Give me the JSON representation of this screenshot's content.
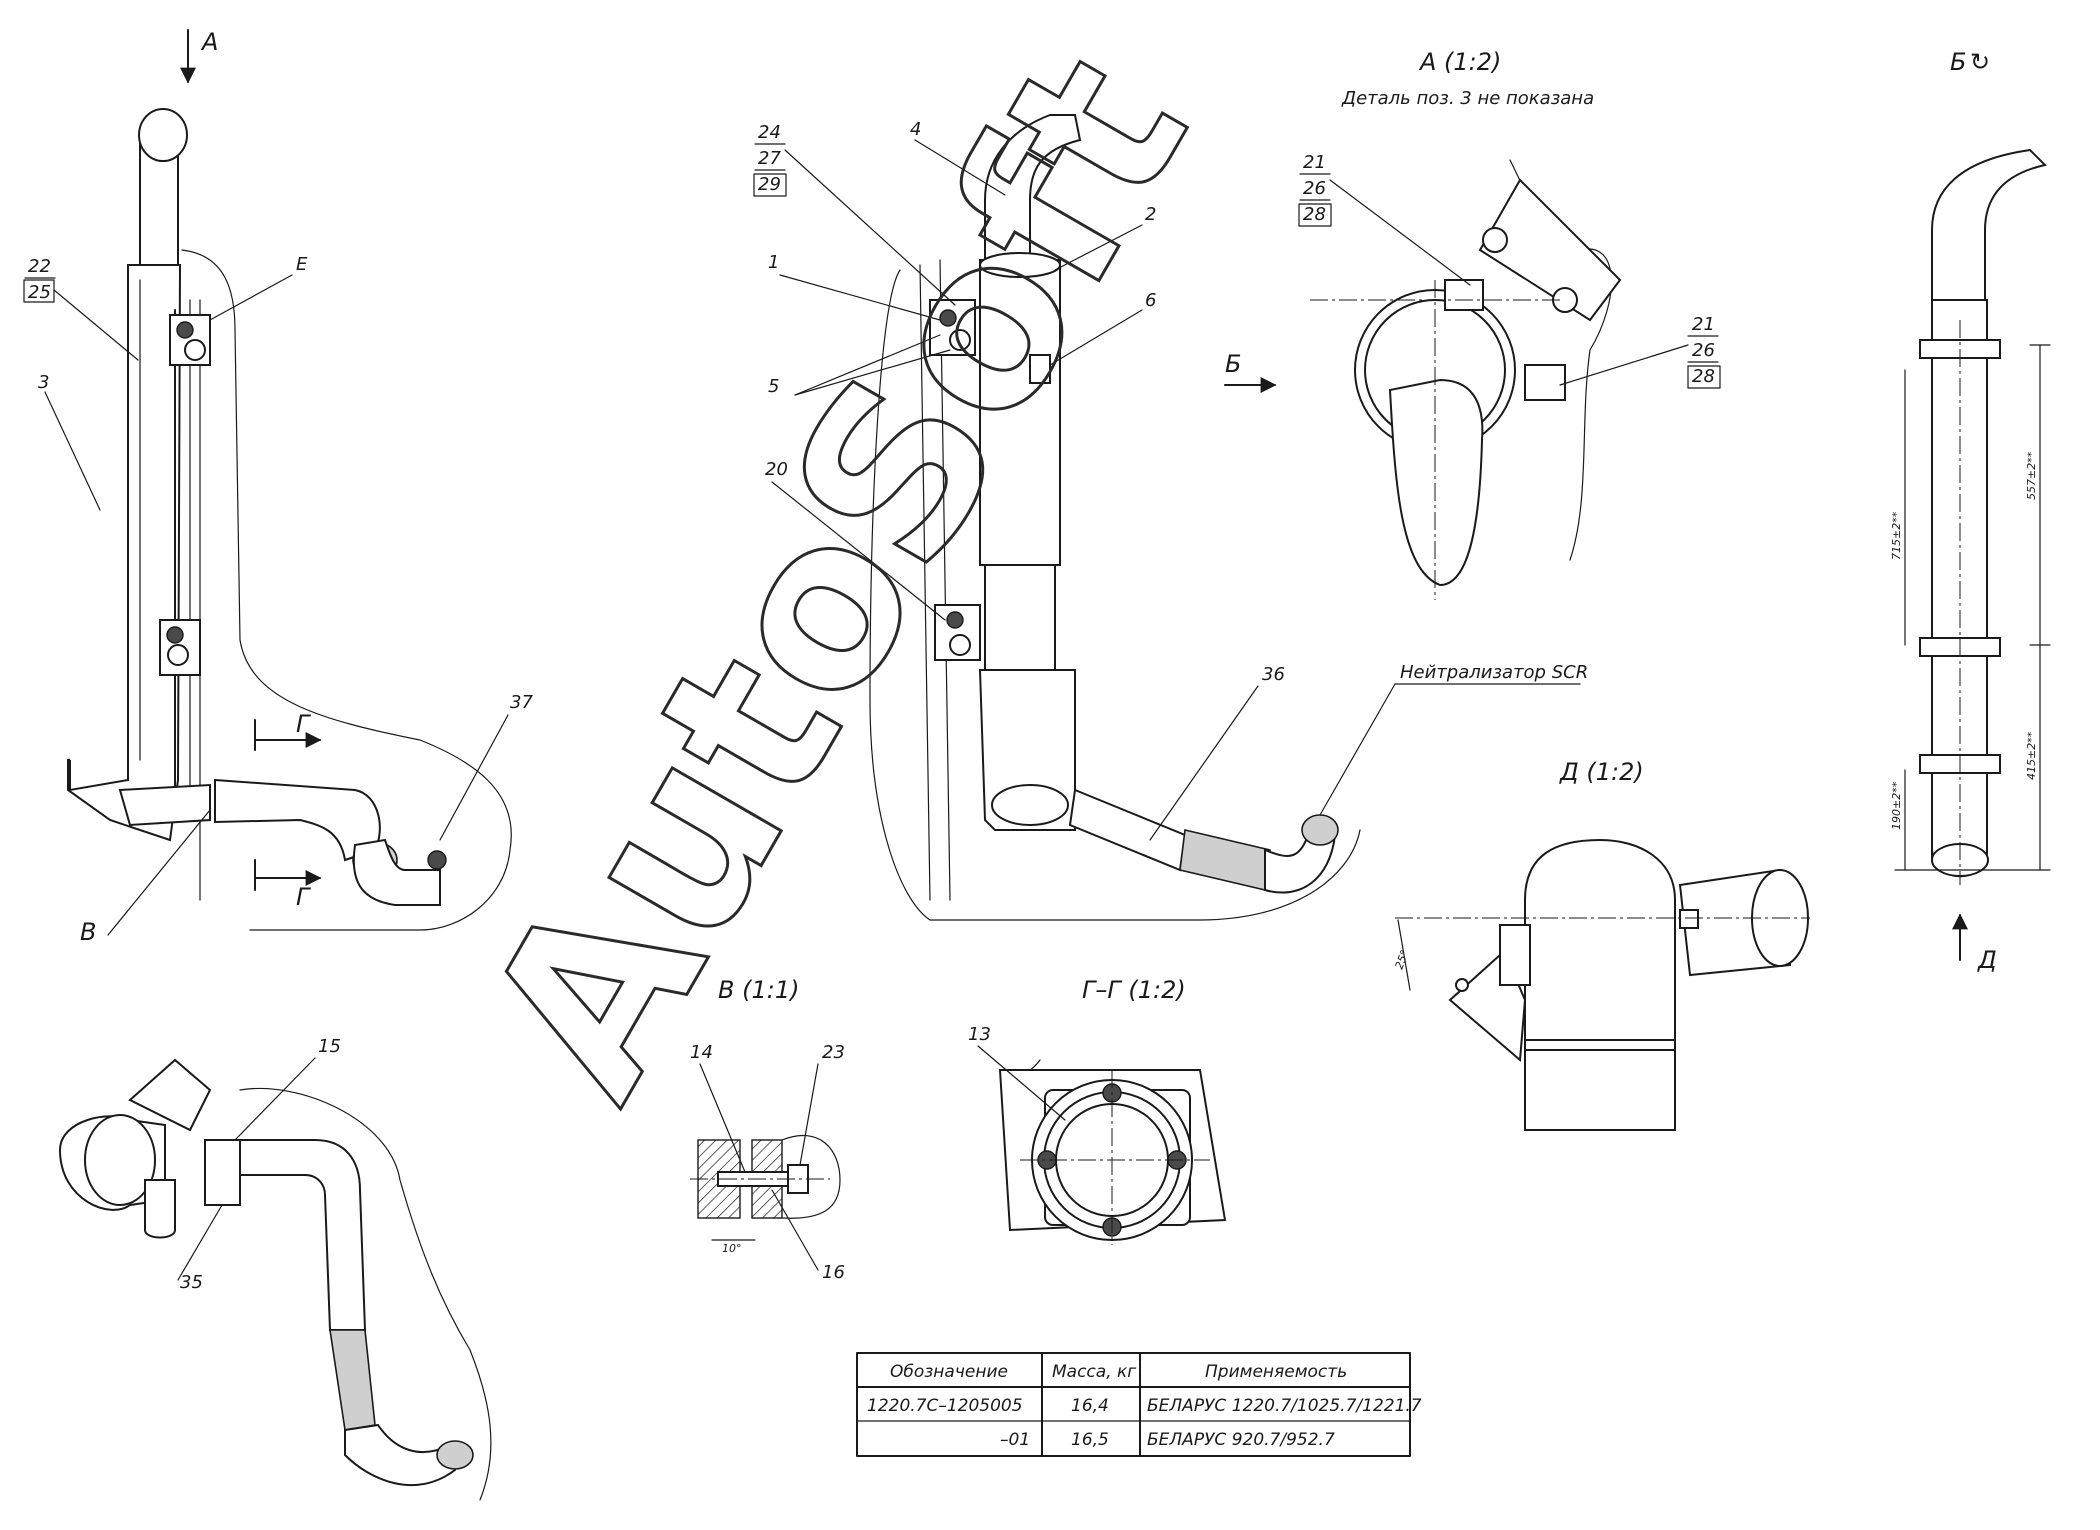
{
  "views": {
    "view_a_title": "А (1:2)",
    "view_a_note": "Деталь поз. 3 не показана",
    "view_b_title": "Б",
    "view_d_title": "Д (1:2)",
    "view_v_title": "В (1:1)",
    "view_g_title": "Г–Г (1:2)"
  },
  "markers": {
    "a": "А",
    "b": "Б",
    "d": "Д",
    "g": "Г",
    "e": "Е",
    "v": "В",
    "scr": "Нейтрализатор SCR"
  },
  "callouts": {
    "p1": "1",
    "p2": "2",
    "p3": "3",
    "p4": "4",
    "p5": "5",
    "p6": "6",
    "p13": "13",
    "p14": "14",
    "p15": "15",
    "p16": "16",
    "p20": "20",
    "p21": "21",
    "p22": "22",
    "p23": "23",
    "p24": "24",
    "p25": "25",
    "p26": "26",
    "p27": "27",
    "p28": "28",
    "p29": "29",
    "p35": "35",
    "p36": "36",
    "p37": "37"
  },
  "dimensions": {
    "d557": "557±2**",
    "d715": "715±2**",
    "d415": "415±2**",
    "d190": "190±2**",
    "ang25": "25°",
    "ang10": "10°"
  },
  "watermark": "AutoSoft",
  "spec_table": {
    "headers": [
      "Обозначение",
      "Масса, кг",
      "Применяемость"
    ],
    "rows": [
      [
        "1220.7С–1205005",
        "16,4",
        "БЕЛАРУС 1220.7/1025.7/1221.7"
      ],
      [
        "–01",
        "16,5",
        "БЕЛАРУС 920.7/952.7"
      ]
    ]
  }
}
